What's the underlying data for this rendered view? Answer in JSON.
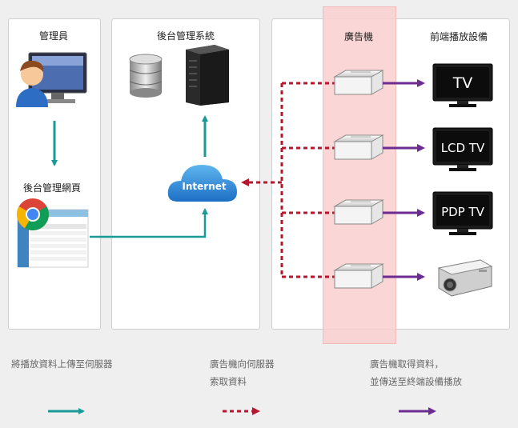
{
  "panels": {
    "admin": {
      "title": "管理員",
      "web_title": "後台管理網頁"
    },
    "backend": {
      "title": "後台管理系統",
      "internet_label": "Internet"
    },
    "players": {
      "ad_title": "廣告機",
      "front_title": "前端播放設備"
    }
  },
  "devices": [
    "TV",
    "LCD TV",
    "PDP TV"
  ],
  "legend": [
    {
      "lines": [
        "將播放資料上傳至伺服器"
      ],
      "arrow": "teal-solid",
      "color": "#1a9a96"
    },
    {
      "lines": [
        "廣告機向伺服器",
        "索取資料"
      ],
      "arrow": "red-dashed",
      "color": "#b5172e"
    },
    {
      "lines": [
        "廣告機取得資料，",
        "並傳送至終端設備播放"
      ],
      "arrow": "purple-solid",
      "color": "#6d2c91"
    }
  ],
  "colors": {
    "teal": "#1a9a96",
    "red": "#b5172e",
    "purple": "#6d2c91",
    "highlight": "#f9c9c9"
  }
}
